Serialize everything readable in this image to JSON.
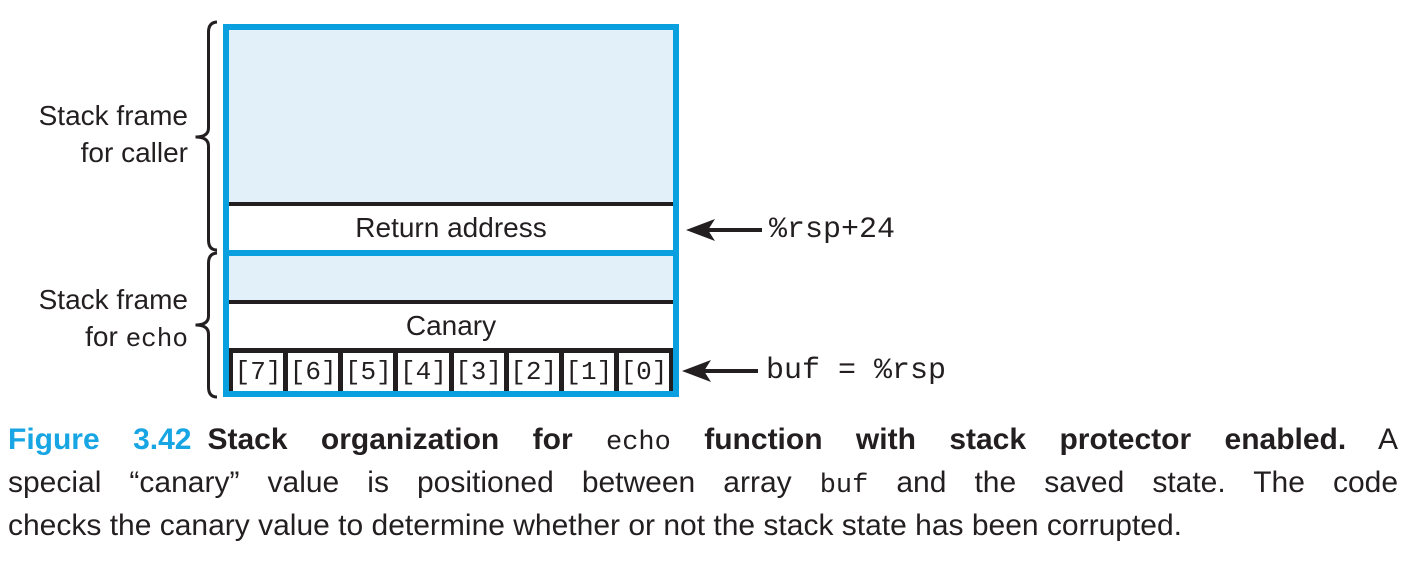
{
  "figure": {
    "left_labels": {
      "caller_line1": "Stack frame",
      "caller_line2": "for caller",
      "echo_line1": "Stack frame",
      "echo_line2_prefix": "for ",
      "echo_line2_code": "echo"
    },
    "stack_box": {
      "return_address_label": "Return address",
      "canary_label": "Canary",
      "buffer_cells": [
        "[7]",
        "[6]",
        "[5]",
        "[4]",
        "[3]",
        "[2]",
        "[1]",
        "[0]"
      ]
    },
    "pointer_annotations": {
      "return_address_pointer": "%rsp+24",
      "buffer_pointer": "buf = %rsp"
    }
  },
  "caption": {
    "figure_label": "Figure 3.42",
    "line1_bold_a": "Stack organization for ",
    "line1_code": "echo",
    "line1_bold_b": " function with stack protector enabled.",
    "line1_tail": " A",
    "line2_a": "special “canary” value is positioned between array ",
    "line2_code": "buf",
    "line2_b": " and the saved state. The code",
    "line3": "checks the canary value to determine whether or not the stack state has been corrupted."
  },
  "colors": {
    "box_border_blue": "#0aa0e0",
    "box_fill_blue": "#e2f1f9",
    "figure_label_blue": "#18a5e3",
    "ink_black": "#231f20"
  }
}
